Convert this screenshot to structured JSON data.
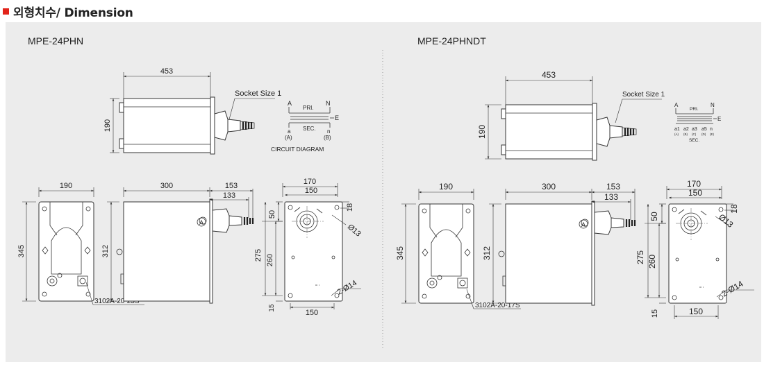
{
  "header": {
    "title": "외형치수/ Dimension",
    "marker_color": "#e2231a"
  },
  "left": {
    "model": "MPE-24PHN",
    "dim_top_length": "453",
    "dim_top_height": "190",
    "socket_label": "Socket Size 1",
    "circuit": {
      "a": "A",
      "n": "N",
      "pri": "PRI.",
      "sec": "SEC.",
      "e": "E",
      "ta": "a",
      "tn": "n",
      "pa": "(A)",
      "pb": "(B)",
      "title": "CIRCUIT DIAGRAM"
    },
    "front": {
      "width": "190",
      "height": "345",
      "connector": "3102A-20-23S"
    },
    "side": {
      "d300": "300",
      "d153": "153",
      "d133": "133",
      "d312": "312",
      "mark": "A"
    },
    "rear": {
      "d170": "170",
      "d150top": "150",
      "d18": "18",
      "d13": "Ø13",
      "d50": "50",
      "d275": "275",
      "d260": "260",
      "holes": "2-Ø14",
      "d15": "15",
      "d150bot": "150"
    }
  },
  "right": {
    "model": "MPE-24PHNDT",
    "dim_top_length": "453",
    "dim_top_height": "190",
    "socket_label": "Socket Size 1",
    "circuit": {
      "a": "A",
      "n": "N",
      "pri": "PRI.",
      "sec": "SEC.",
      "e": "E",
      "taps": [
        "a1",
        "a2",
        "a3",
        "a5",
        "n"
      ],
      "tapsub": [
        "(A)",
        "(B)",
        "(C)",
        "(D)",
        "(E)"
      ]
    },
    "front": {
      "width": "190",
      "height": "345",
      "connector": "3102A-20-17S"
    },
    "side": {
      "d300": "300",
      "d153": "153",
      "d133": "133",
      "d312": "312",
      "mark": "A"
    },
    "rear": {
      "d170": "170",
      "d150top": "150",
      "d18": "18",
      "d13": "Ø13",
      "d50": "50",
      "d275": "275",
      "d260": "260",
      "holes": "2-Ø14",
      "d15": "15",
      "d150bot": "150"
    }
  }
}
